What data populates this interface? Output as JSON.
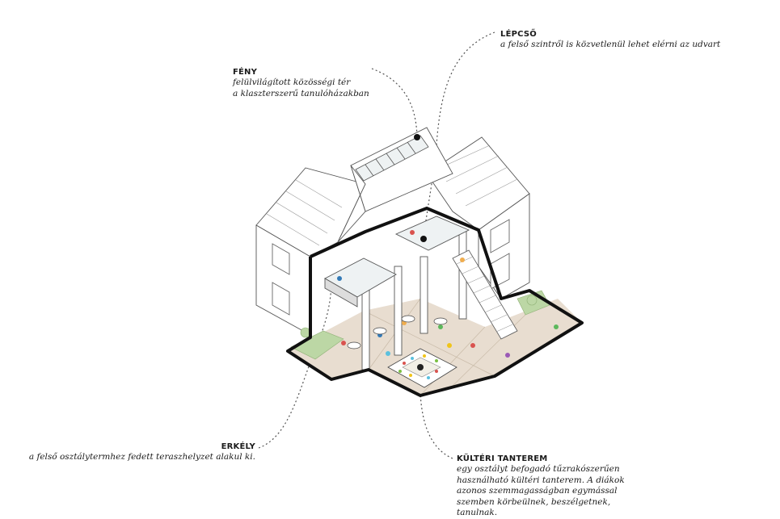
{
  "annotations": {
    "lepcso": {
      "title": "LÉPCSŐ",
      "lines": [
        "a felső szintről is közvetlenül lehet elérni az udvart"
      ]
    },
    "feny": {
      "title": "FÉNY",
      "lines": [
        "felülvilágított közösségi tér",
        "a klaszterszerű tanulóházakban"
      ]
    },
    "erkely": {
      "title": "ERKÉLY",
      "lines": [
        "a felső  osztálytermhez fedett teraszhelyzet alakul ki."
      ]
    },
    "kulteri": {
      "title": "KÜLTÉRI TANTEREM",
      "lines": [
        "egy osztályt befogadó tűzrakószerűen",
        "használható kültéri tanterem. A diákok",
        "azonos szemmagasságban egymással",
        "szemben körbeülnek, beszélgetnek,",
        "tanulnak."
      ]
    }
  },
  "colors": {
    "outline": "#111111",
    "ground": "#e8ddd0",
    "wall": "#ffffff",
    "line": "#555555",
    "glass": "#e3ecef",
    "green": "#a8c98f"
  }
}
